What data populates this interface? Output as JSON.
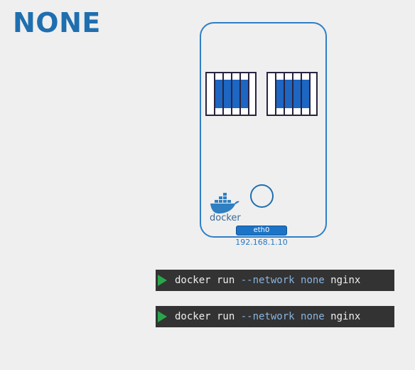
{
  "title": "NONE",
  "host": {
    "logo_text": "docker",
    "interface": {
      "label": "eth0",
      "ip": "192.168.1.10"
    }
  },
  "commands": [
    {
      "cmd": "docker run ",
      "flag": "--network",
      "value": "none",
      "image": " nginx"
    },
    {
      "cmd": "docker run ",
      "flag": "--network",
      "value": "none",
      "image": " nginx"
    }
  ],
  "colors": {
    "accent": "#1f6fb0",
    "container_fill": "#1d66c2",
    "terminal_bg": "#333333",
    "prompt_arrow": "#2aa64a"
  }
}
